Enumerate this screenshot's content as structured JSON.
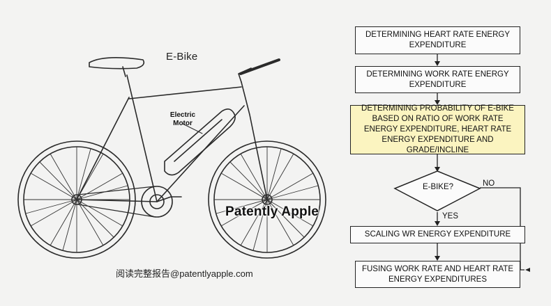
{
  "illustration": {
    "title": "E-Bike",
    "motor_label": "Electric\nMotor",
    "watermark": "Patently Apple",
    "credit": "阅读完整报告@patentlyapple.com"
  },
  "flowchart": {
    "steps": [
      "DETERMINING HEART RATE ENERGY EXPENDITURE",
      "DETERMINING WORK RATE ENERGY EXPENDITURE",
      "DETERMINING PROBABILITY OF E-BIKE BASED ON RATIO OF WORK RATE ENERGY EXPENDITURE, HEART RATE ENERGY EXPENDITURE AND GRADE/INCLINE"
    ],
    "decision": "E-BIKE?",
    "yes_label": "YES",
    "no_label": "NO",
    "scaling_step": "SCALING WR ENERGY EXPENDITURE",
    "fusing_step": "FUSING WORK RATE AND HEART RATE ENERGY EXPENDITURES",
    "highlight_color": "#fbf4c0"
  }
}
